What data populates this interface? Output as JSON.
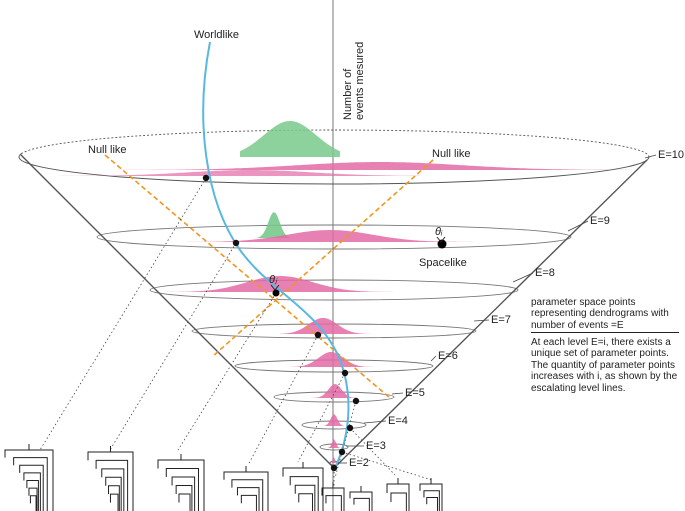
{
  "labels": {
    "worldlike": "Worldlike",
    "null_left": "Null like",
    "null_right": "Null like",
    "spacelike": "Spacelike",
    "theta_i": "θᵢ",
    "theta_j": "θⱼ",
    "axis": [
      "Number of",
      "events mesured"
    ]
  },
  "levels": [
    "E=10",
    "E=9",
    "E=8",
    "E=7",
    "E=6",
    "E=5",
    "E=4",
    "E=3",
    "E=2"
  ],
  "notes": {
    "top": "parameter space points representing dendrograms with number of events =E",
    "bottom": "At each level E=i, there exists a unique set of parameter points. The quantity of parameter points increases with i, as shown by the escalating level lines."
  },
  "colors": {
    "pink": "#e36aa6",
    "green": "#79c98c",
    "worldline": "#5ab8e0",
    "null_line": "#f0961e",
    "cone": "#555555"
  }
}
